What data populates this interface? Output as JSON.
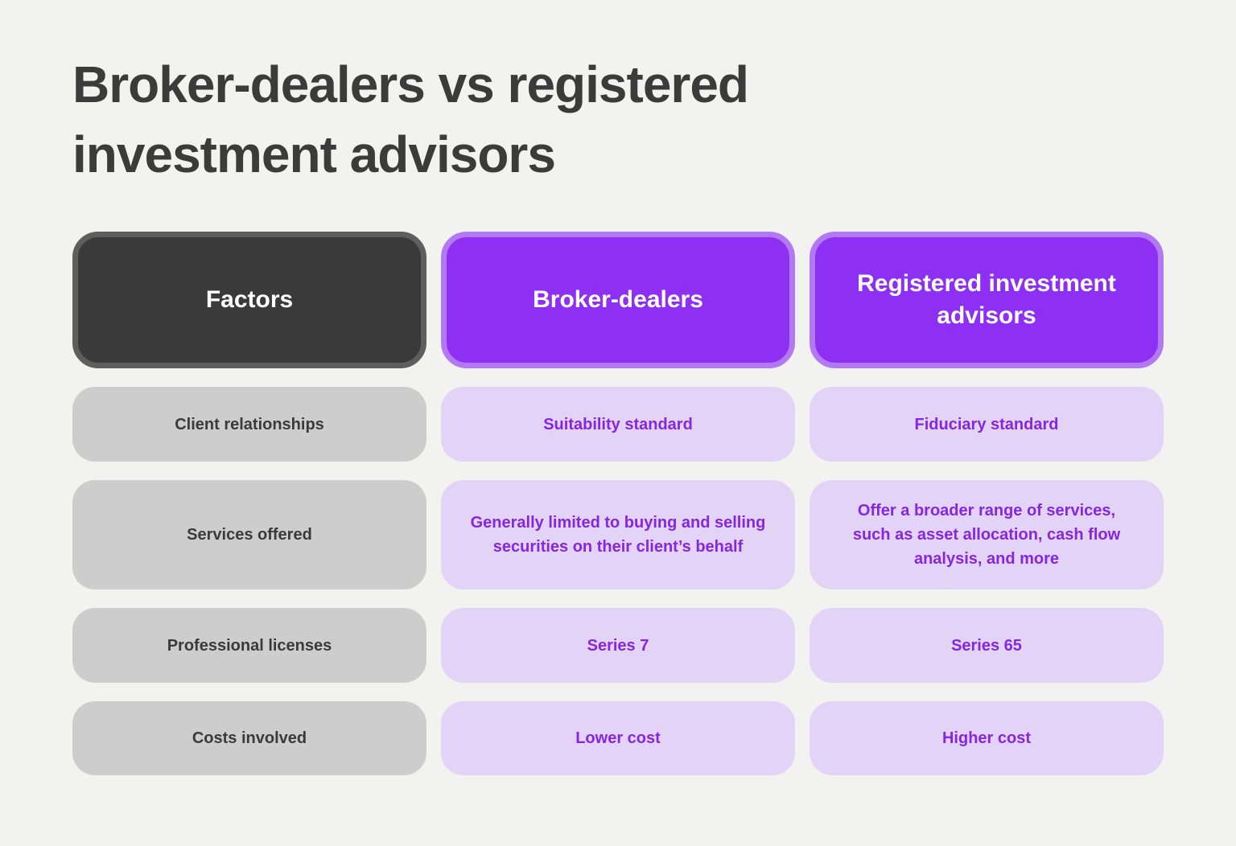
{
  "title": "Broker-dealers vs registered investment advisors",
  "table": {
    "headers": [
      {
        "label": "Factors",
        "style": "dark"
      },
      {
        "label": "Broker-dealers",
        "style": "purple"
      },
      {
        "label": "Registered investment advisors",
        "style": "purple"
      }
    ],
    "rows": [
      {
        "factor": "Client relationships",
        "broker_dealers": "Suitability standard",
        "registered_investment_advisors": "Fiduciary standard"
      },
      {
        "factor": "Services offered",
        "broker_dealers": "Generally limited to buying and selling securities on their client’s behalf",
        "registered_investment_advisors": "Offer a broader range of services, such as asset allocation, cash flow analysis, and more"
      },
      {
        "factor": "Professional licenses",
        "broker_dealers": "Series 7",
        "registered_investment_advisors": "Series 65"
      },
      {
        "factor": "Costs involved",
        "broker_dealers": "Lower cost",
        "registered_investment_advisors": "Higher cost"
      }
    ]
  },
  "colors": {
    "page_background": "#f2f2f0",
    "title_text": "#3b3b3b",
    "factors_header_fill": "#3a3a3a",
    "factors_header_border": "#5e5e5e",
    "purple_header_fill": "#8d30f4",
    "purple_header_border": "#b279f3",
    "factor_cell_fill": "#cdcdcd",
    "factor_cell_text": "#3a3a3a",
    "value_cell_fill": "#e3d3f6",
    "value_cell_text": "#8526e0",
    "header_text": "#ffffff"
  }
}
